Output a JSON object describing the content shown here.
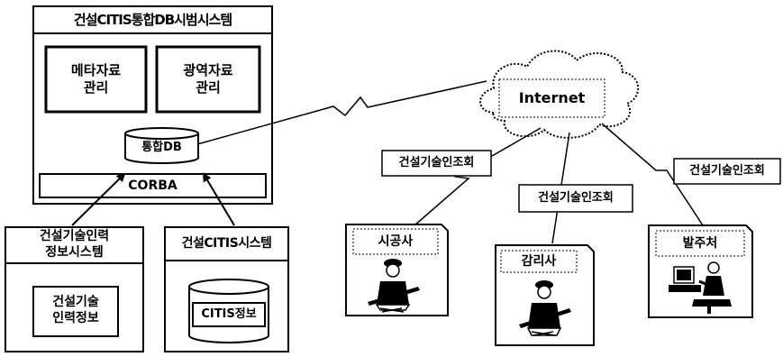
{
  "main_system": {
    "title": "건설CITIS통합DB시범시스템",
    "meta_box": "메타자료\n관리",
    "area_box": "광역자료\n관리",
    "db": "통합DB",
    "corba": "CORBA"
  },
  "manpower_system": {
    "title": "건설기술인력\n정보시스템",
    "inner": "건설기술\n인력정보"
  },
  "citis_system": {
    "title": "건설CITIS시스템",
    "db": "CITIS정보"
  },
  "internet": {
    "label": "Internet"
  },
  "queries": {
    "left": "건설기술인조회",
    "middle": "건설기술인조회",
    "right": "건설기술인조회"
  },
  "clients": {
    "contractor": "시공사",
    "supervisor": "감리사",
    "owner": "발주처"
  }
}
